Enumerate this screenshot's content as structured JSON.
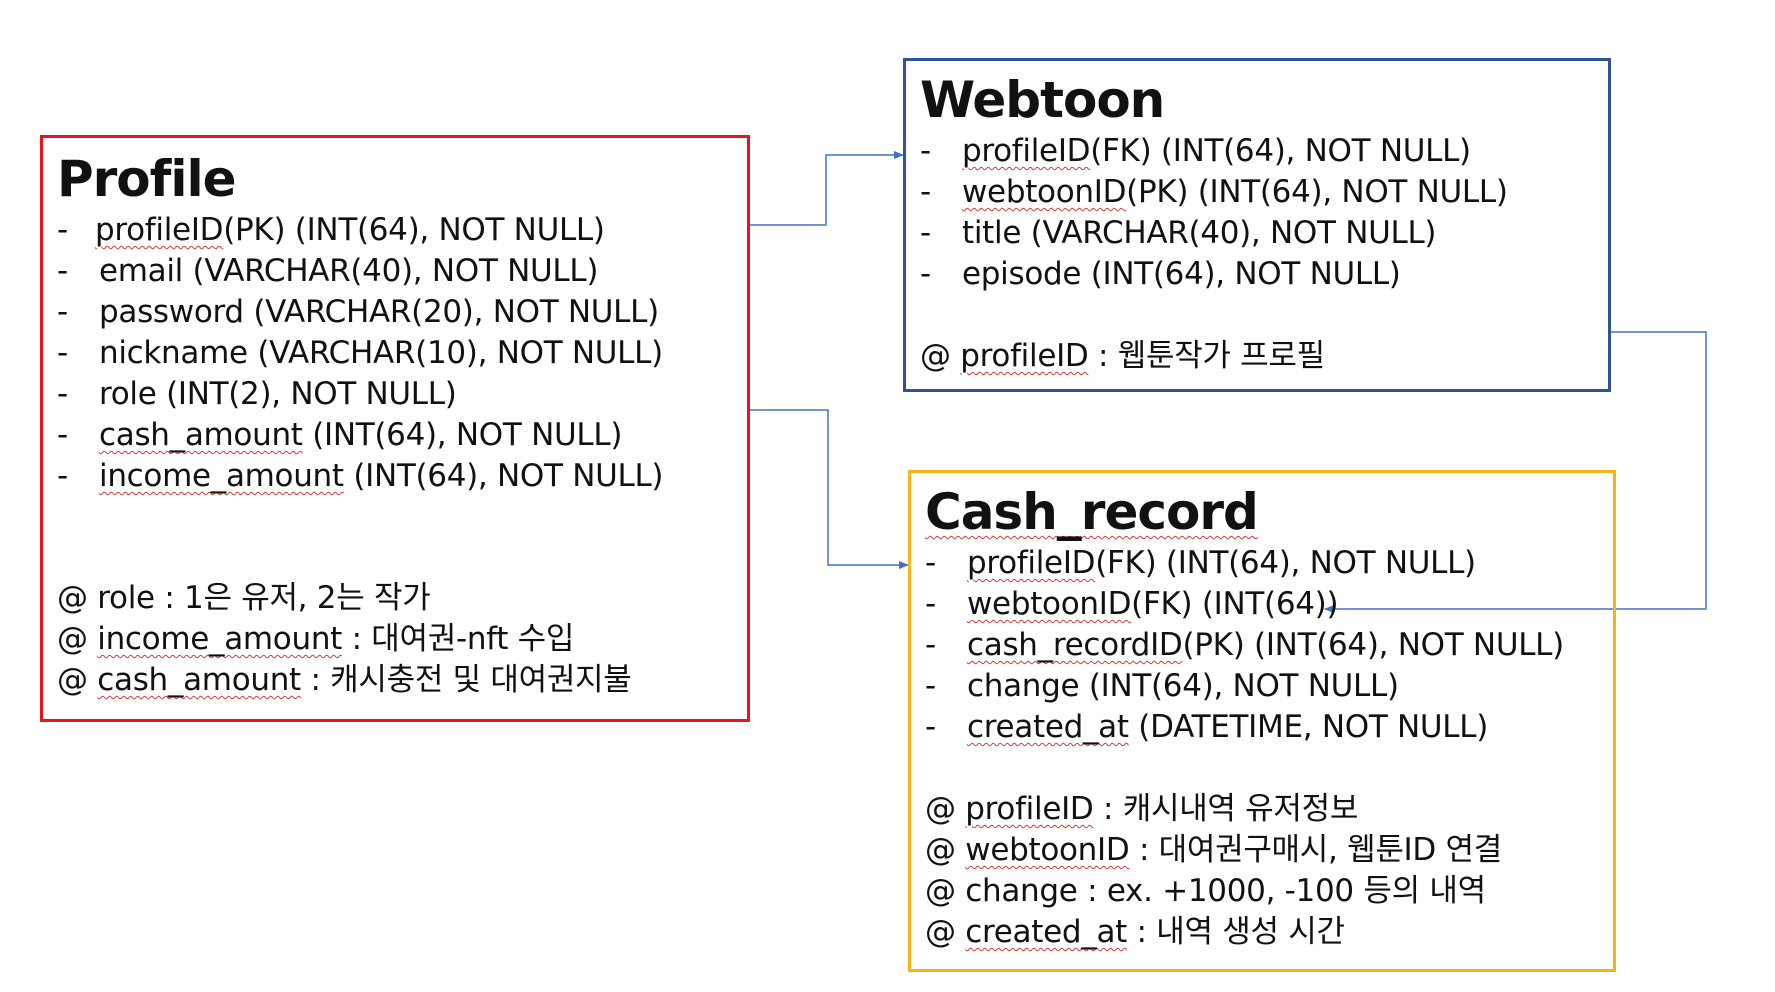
{
  "tables": [
    {
      "key": "profile",
      "title": "Profile",
      "border_color": "#e8141b",
      "fields": [
        {
          "name": "profileID",
          "rest": "(PK) (INT(64), NOT NULL)"
        },
        {
          "name": "email",
          "rest": " (VARCHAR(40), NOT NULL)"
        },
        {
          "name": "password",
          "rest": " (VARCHAR(20), NOT NULL)"
        },
        {
          "name": "nickname",
          "rest": " (VARCHAR(10), NOT NULL)"
        },
        {
          "name": "role",
          "rest": " (INT(2), NOT NULL)"
        },
        {
          "name": "cash_amount",
          "rest": " (INT(64), NOT NULL)"
        },
        {
          "name": "income_amount",
          "rest": " (INT(64), NOT NULL)"
        }
      ],
      "notes": [
        {
          "prefix": "@ ",
          "name": "role",
          "rest": " : 1은 유저, 2는 작가"
        },
        {
          "prefix": "@ ",
          "name": "income_amount",
          "rest": " : 대여권-nft 수입"
        },
        {
          "prefix": "@ ",
          "name": "cash_amount",
          "rest": " : 캐시충전 및 대여권지불"
        }
      ]
    },
    {
      "key": "webtoon",
      "title": "Webtoon",
      "border_color": "#2f5496",
      "fields": [
        {
          "name": "profileID",
          "rest": "(FK) (INT(64), NOT NULL)"
        },
        {
          "name": "webtoonID",
          "rest": "(PK) (INT(64), NOT NULL)"
        },
        {
          "name": "title",
          "rest": " (VARCHAR(40), NOT NULL)"
        },
        {
          "name": "episode",
          "rest": " (INT(64), NOT NULL)"
        }
      ],
      "notes": [
        {
          "prefix": "@ ",
          "name": "profileID",
          "rest": " : 웹툰작가 프로필"
        }
      ]
    },
    {
      "key": "cash",
      "title": "Cash_record",
      "border_color": "#f7b319",
      "fields": [
        {
          "name": "profileID",
          "rest": "(FK) (INT(64), NOT NULL)"
        },
        {
          "name": "webtoonID",
          "rest": "(FK) (INT(64))"
        },
        {
          "name": "cash_recordID",
          "rest": "(PK) (INT(64), NOT NULL)"
        },
        {
          "name": "change",
          "rest": " (INT(64), NOT NULL)"
        },
        {
          "name": "created_at",
          "rest": " (DATETIME, NOT NULL)"
        }
      ],
      "notes": [
        {
          "prefix": "@ ",
          "name": "profileID",
          "rest": " : 캐시내역 유저정보"
        },
        {
          "prefix": "@ ",
          "name": "webtoonID",
          "rest": " : 대여권구매시, 웹툰ID 연결"
        },
        {
          "prefix": "@ ",
          "name": "change",
          "rest": " : ex. +1000, -100 등의 내역"
        },
        {
          "prefix": "@ ",
          "name": "created_at",
          "rest": " : 내역 생성 시간"
        }
      ]
    }
  ],
  "dash_glyph": "-",
  "connector_color": "#4472c4"
}
